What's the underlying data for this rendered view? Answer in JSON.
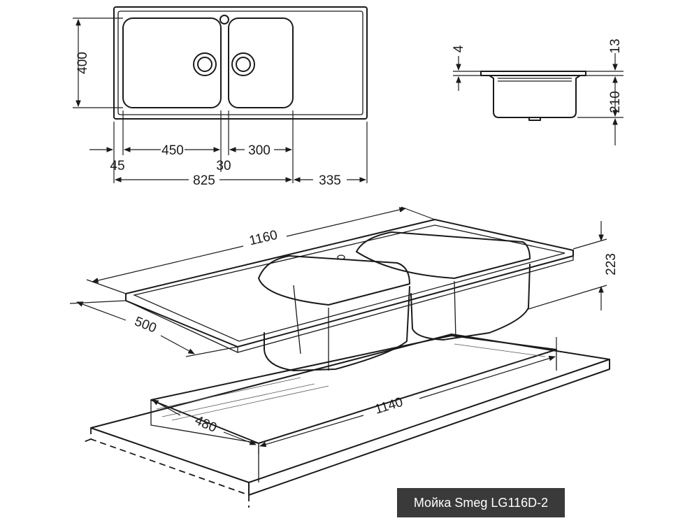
{
  "top_view": {
    "dim_height": "400",
    "dim_bowl1": "450",
    "dim_bowl2": "300",
    "dim_offset": "45",
    "dim_gap": "30",
    "dim_bowls_total": "825",
    "dim_drainer": "335"
  },
  "side_view": {
    "dim_rim": "4",
    "dim_top": "13",
    "dim_depth": "210"
  },
  "iso_view": {
    "dim_length": "1160",
    "dim_width": "500",
    "dim_height": "223",
    "cutout_length": "1140",
    "cutout_width": "480"
  },
  "caption": "Мойка Smeg LG116D-2"
}
